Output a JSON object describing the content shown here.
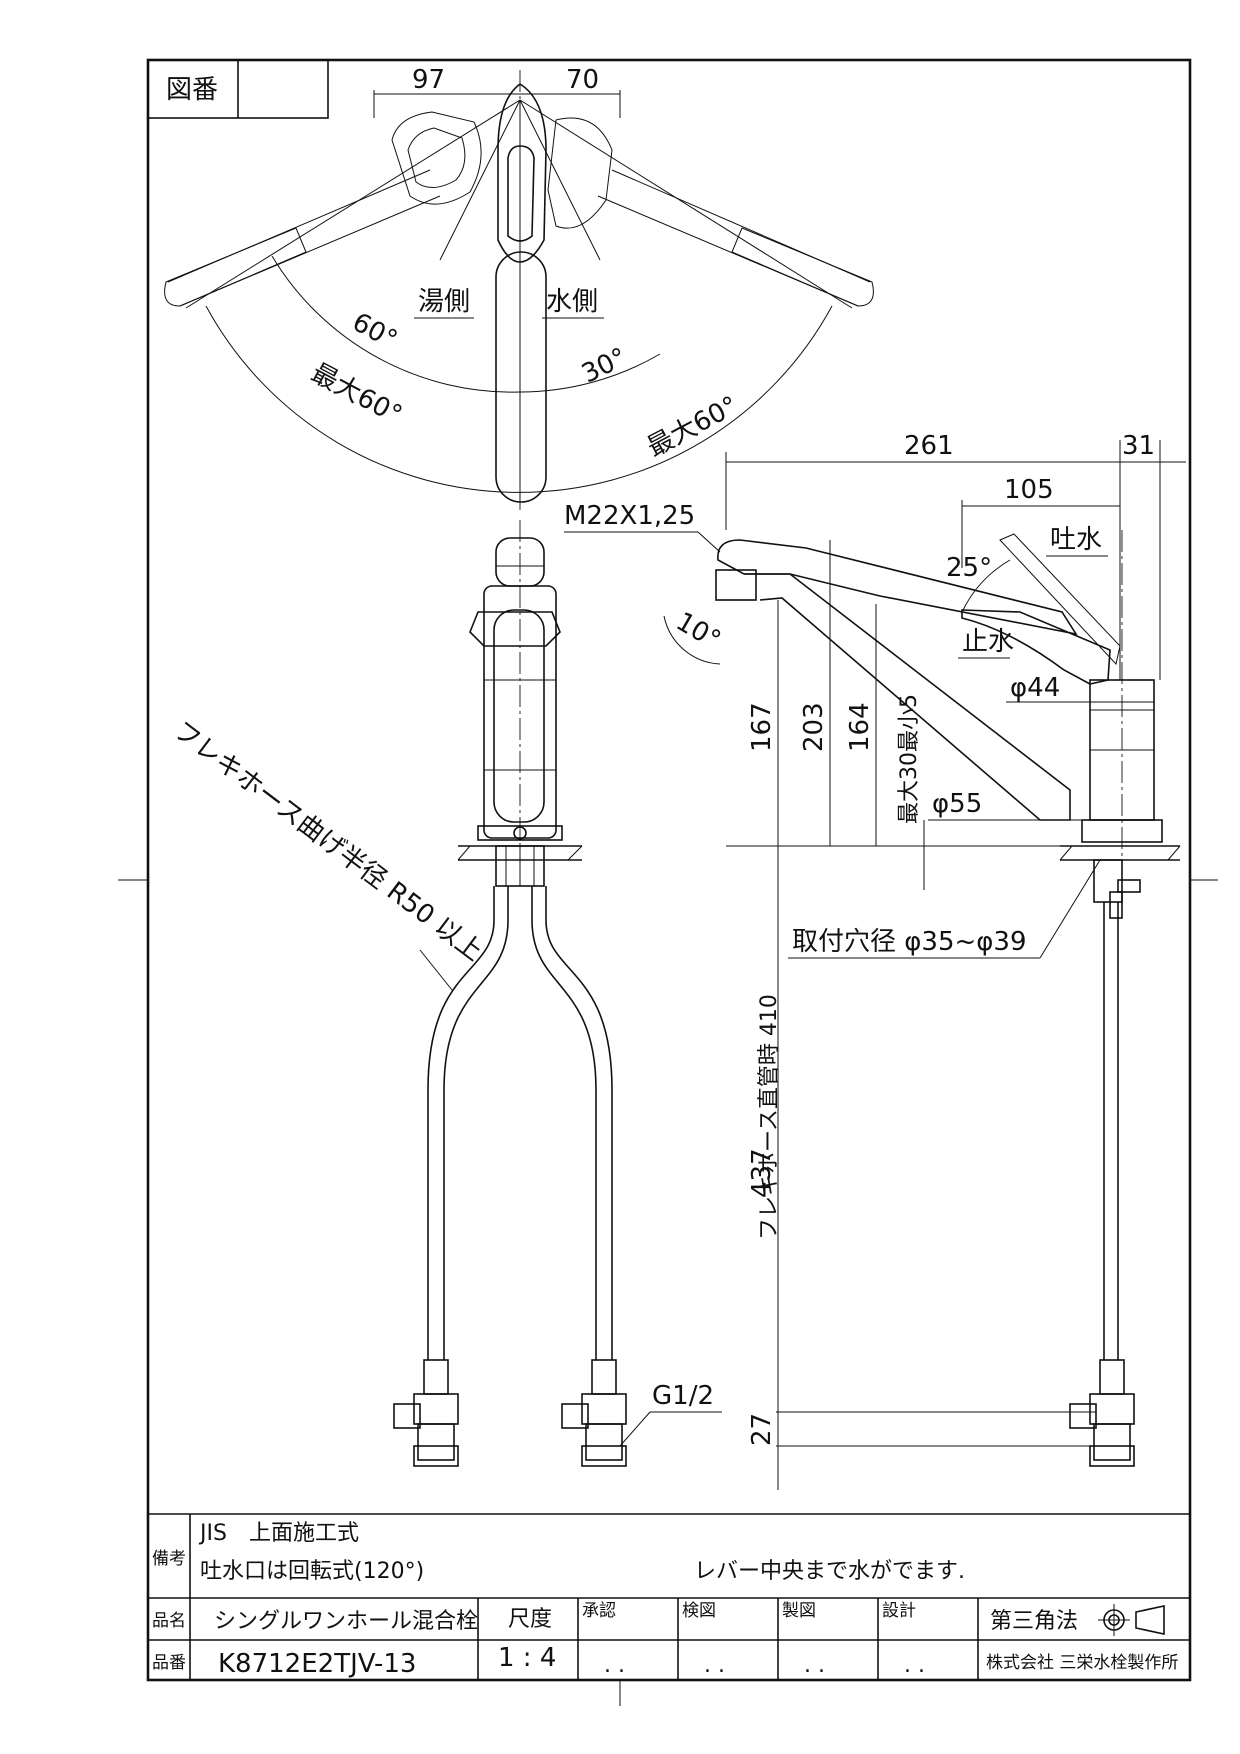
{
  "title_block": {
    "zuban_label": "図番",
    "zuban_value": "",
    "biko_label": "備考",
    "note_line1": "JIS　上面施工式",
    "note_line2": "吐水口は回転式(120°)",
    "note_line3": "レバー中央まで水がでます.",
    "hinmei_label": "品名",
    "hinmei_value": "シングルワンホール混合栓",
    "hinban_label": "品番",
    "hinban_value": "K8712E2TJV-13",
    "scale_label": "尺度",
    "scale_value": "1 : 4",
    "approval_label": "承認",
    "inspect_label": "検図",
    "drawn_label": "製図",
    "design_label": "設計",
    "dots": ". .",
    "projection_label": "第三角法",
    "company": "株式会社 三栄水栓製作所"
  },
  "top_view": {
    "dim_left": "97",
    "dim_right": "70",
    "hot_side": "湯側",
    "cold_side": "水側",
    "angle_hot": "60°",
    "angle_cold": "30°",
    "max_left": "最大60°",
    "max_right": "最大60°"
  },
  "front_view": {
    "hose_bend_note": "フレキホース曲げ半径 R50 以上",
    "thread_size": "G1/2"
  },
  "side_view": {
    "thread_label": "M22X1,25",
    "dim_total_width": "261",
    "dim_31": "31",
    "dim_105": "105",
    "spout_label": "吐水",
    "angle_lever": "25°",
    "stop_label": "止水",
    "angle_spout": "10°",
    "dia_44": "φ44",
    "dia_55": "φ55",
    "dim_167": "167",
    "dim_203": "203",
    "dim_164": "164",
    "dim_max30_min5": "最大30最小5",
    "mount_hole": "取付穴径 φ35~φ39",
    "dim_437": "437",
    "hose_length": "フレキホース直管時 410",
    "dim_27": "27"
  }
}
